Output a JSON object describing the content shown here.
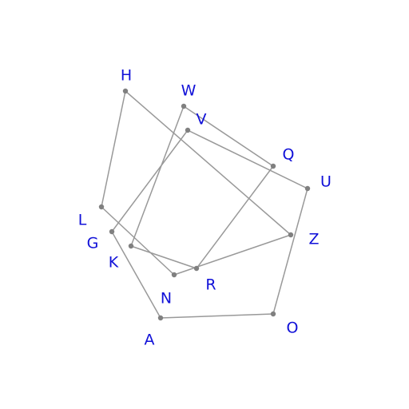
{
  "colors": {
    "edge": "#999999",
    "node": "#808080",
    "label": "#1010d8",
    "background": "#ffffff"
  },
  "nodes": [
    {
      "id": "H",
      "label": "H"
    },
    {
      "id": "W",
      "label": "W"
    },
    {
      "id": "V",
      "label": "V"
    },
    {
      "id": "Q",
      "label": "Q"
    },
    {
      "id": "U",
      "label": "U"
    },
    {
      "id": "L",
      "label": "L"
    },
    {
      "id": "G",
      "label": "G"
    },
    {
      "id": "Z",
      "label": "Z"
    },
    {
      "id": "K",
      "label": "K"
    },
    {
      "id": "R",
      "label": "R"
    },
    {
      "id": "N",
      "label": "N"
    },
    {
      "id": "A",
      "label": "A"
    },
    {
      "id": "O",
      "label": "O"
    }
  ],
  "edges": [
    [
      "H",
      "L"
    ],
    [
      "H",
      "Z"
    ],
    [
      "L",
      "N"
    ],
    [
      "N",
      "Z"
    ],
    [
      "W",
      "Q"
    ],
    [
      "W",
      "K"
    ],
    [
      "Q",
      "R"
    ],
    [
      "K",
      "R"
    ],
    [
      "V",
      "U"
    ],
    [
      "V",
      "G"
    ],
    [
      "U",
      "O"
    ],
    [
      "G",
      "A"
    ],
    [
      "A",
      "O"
    ]
  ]
}
